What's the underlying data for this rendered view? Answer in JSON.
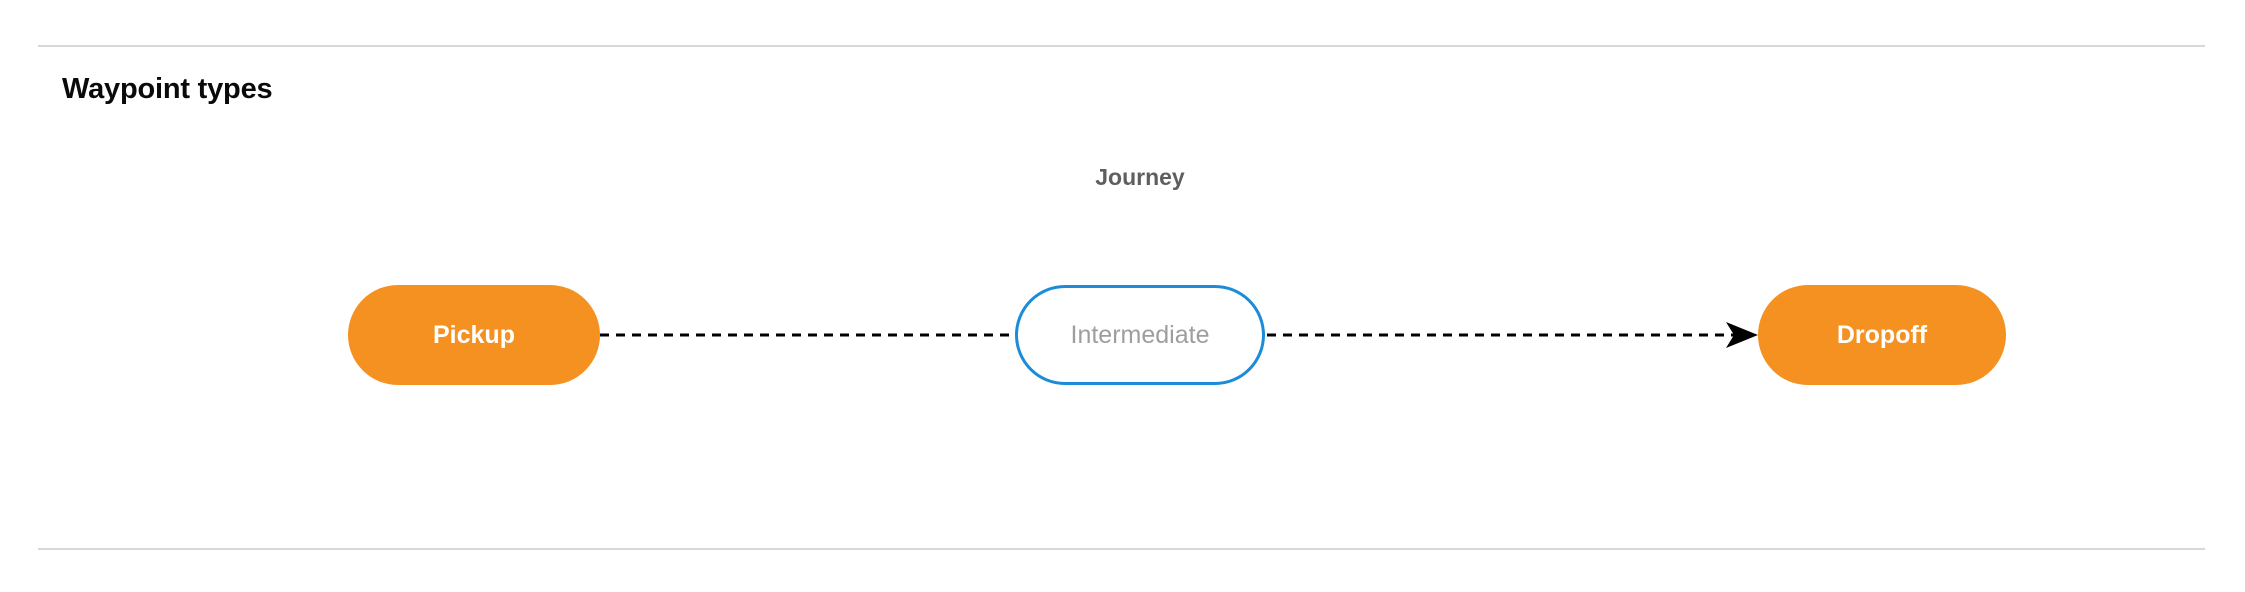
{
  "section": {
    "title": "Waypoint types"
  },
  "diagram": {
    "group_label": "Journey",
    "nodes": [
      {
        "id": "pickup",
        "label": "Pickup",
        "style": "filled",
        "fill": "#f59120",
        "text_color": "#ffffff"
      },
      {
        "id": "intermediate",
        "label": "Intermediate",
        "style": "outline",
        "fill": "#ffffff",
        "border_color": "#1a8cd8",
        "text_color": "#9e9e9e"
      },
      {
        "id": "dropoff",
        "label": "Dropoff",
        "style": "filled",
        "fill": "#f59120",
        "text_color": "#ffffff"
      }
    ],
    "edges": [
      {
        "from": "pickup",
        "to": "intermediate",
        "line": "dashed",
        "color": "#000000",
        "arrowhead": false
      },
      {
        "from": "intermediate",
        "to": "dropoff",
        "line": "dashed",
        "color": "#000000",
        "arrowhead": true
      }
    ]
  },
  "dividers": {
    "color": "#d8d8d8"
  }
}
